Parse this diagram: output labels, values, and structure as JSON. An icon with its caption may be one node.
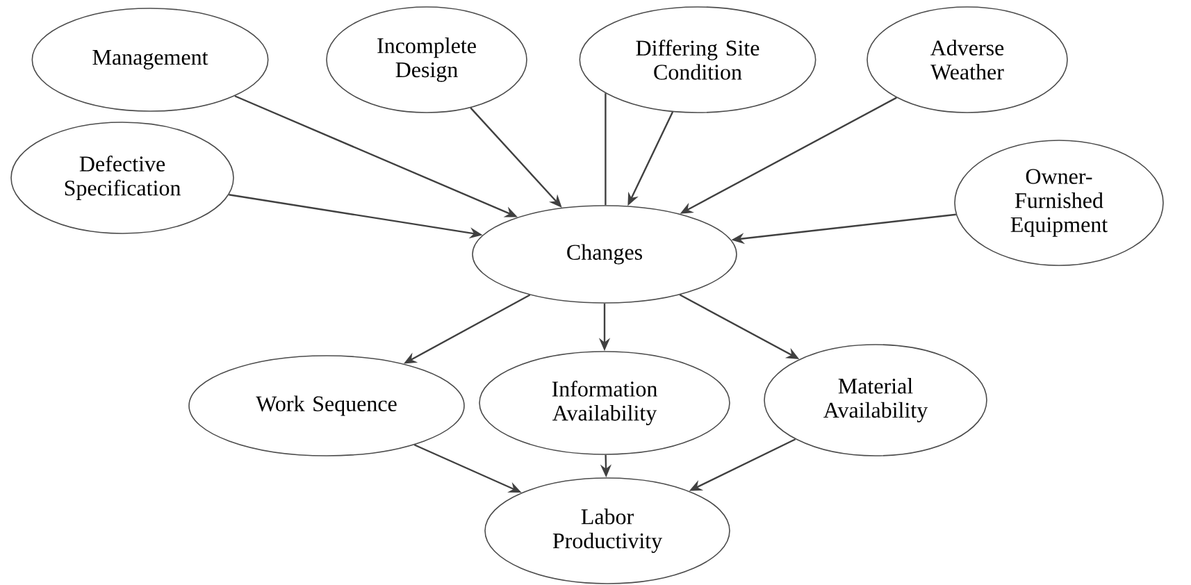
{
  "diagram": {
    "nodes": [
      {
        "text": [
          "Management"
        ]
      },
      {
        "text": [
          "Incomplete Design"
        ]
      },
      {
        "text": [
          "Differing Site Condition"
        ]
      },
      {
        "text": [
          "Adverse Weather"
        ]
      },
      {
        "text": [
          "Defective Specification"
        ]
      },
      {
        "text": [
          "Owner-Furnished Equipment"
        ]
      },
      {
        "text": [
          "Changes"
        ]
      },
      {
        "text": [
          "Work Sequence"
        ]
      },
      {
        "text": [
          "Information Availability"
        ]
      },
      {
        "text": [
          "Material Availability"
        ]
      },
      {
        "text": [
          "Labor Productivity"
        ]
      }
    ],
    "edges": [
      {
        "from": 0,
        "to": 6,
        "arrow": "to"
      },
      {
        "from": 1,
        "to": 6,
        "arrow": "to"
      },
      {
        "from": 2,
        "to": 6,
        "arrow": "to"
      },
      {
        "from": 2,
        "to": 6,
        "arrow": "none"
      },
      {
        "from": 3,
        "to": 6,
        "arrow": "to"
      },
      {
        "from": 4,
        "to": 6,
        "arrow": "to"
      },
      {
        "from": 5,
        "to": 6,
        "arrow": "to"
      },
      {
        "from": 6,
        "to": 7,
        "arrow": "to"
      },
      {
        "from": 6,
        "to": 8,
        "arrow": "to"
      },
      {
        "from": 6,
        "to": 9,
        "arrow": "to"
      },
      {
        "from": 7,
        "to": 10,
        "arrow": "to"
      },
      {
        "from": 8,
        "to": 10,
        "arrow": "to"
      },
      {
        "from": 9,
        "to": 10,
        "arrow": "to"
      }
    ]
  }
}
